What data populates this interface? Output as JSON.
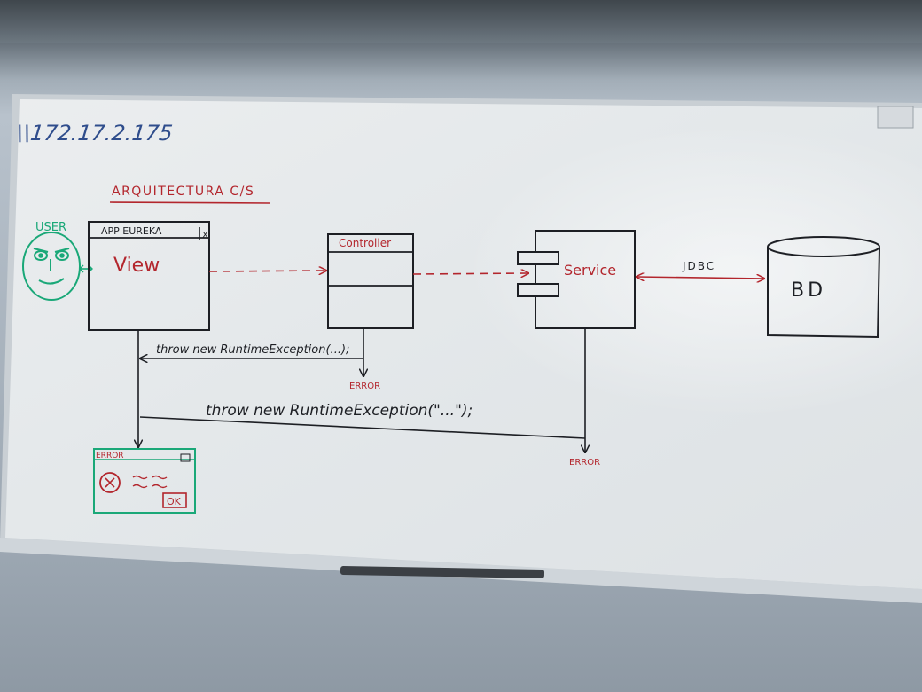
{
  "board": {
    "ip_address": "\\\\172.17.2.175",
    "title": "ARQUITECTURA C/S",
    "user_label": "USER",
    "app_window_title": "APP EUREKA",
    "app_window_close": "X",
    "view_label": "View",
    "controller_label": "Controller",
    "service_label": "Service",
    "jdbc_label": "JDBC",
    "db_label": "BD",
    "throw_short": "throw new RuntimeException(...);",
    "throw_long": "throw new RuntimeException(\"...\");",
    "error_controller": "ERROR",
    "error_service": "ERROR",
    "error_dialog_title": "ERROR",
    "error_dialog_ok": "OK"
  },
  "colors": {
    "whiteboard": "#e9ecef",
    "black_marker": "#1d1f24",
    "red_marker": "#b3262d",
    "green_marker": "#1aa878",
    "blue_marker": "#2f4d8c"
  }
}
